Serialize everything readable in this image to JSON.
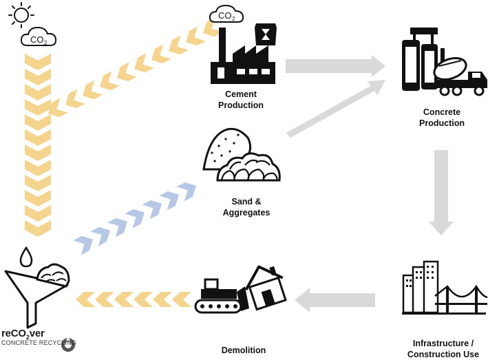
{
  "labels": {
    "co2_main": "CO",
    "co2_sub": "2",
    "cement_line1": "Cement",
    "cement_line2": "Production",
    "concrete_line1": "Concrete",
    "concrete_line2": "Production",
    "sand_line1": "Sand &",
    "sand_line2": "Aggregates",
    "demolition": "Demolition",
    "infra_line1": "Infrastructure /",
    "infra_line2": "Construction Use"
  },
  "brand": {
    "name_prefix": "reCO",
    "name_sub": "2",
    "name_suffix": "ver",
    "tagline": "CONCRETE RECYCLING"
  },
  "colors": {
    "co2_flow": "#f5d48e",
    "aggregate_flow": "#b7c8e6",
    "material_flow": "#d9d9d9",
    "icon": "#111111"
  }
}
